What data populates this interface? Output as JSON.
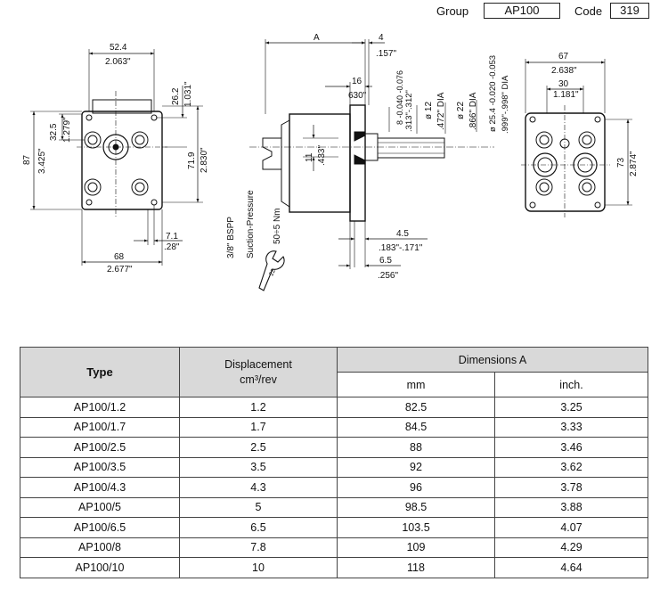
{
  "header": {
    "group_label": "Group",
    "group_value": "AP100",
    "code_label": "Code",
    "code_value": "319"
  },
  "drawing": {
    "front": {
      "d1": "52.4",
      "d1_in": "2.063\"",
      "d2": "26.2",
      "d2_in": "1.031\"",
      "d3": "32.5",
      "d3_in": "1.279\"",
      "d4": "87",
      "d4_in": "3.425\"",
      "d5": "71.9",
      "d5_in": "2.830\"",
      "d6": "7.1",
      "d6_in": ".28\"",
      "d7": "68",
      "d7_in": "2.677\""
    },
    "side": {
      "a": "A",
      "d4": "4",
      "d4_in": ".157\"",
      "d16": "16",
      "d16_in": "630\"",
      "d11": "11",
      "d11_in": ".433\"",
      "shaft_tol": "8 -0.040 -0.076",
      "shaft_tol_in": ".313\"-.312\"",
      "shaft_dia": "ø 12",
      "shaft_dia_in": ".472\" DIA",
      "shaft_dia2": "ø 22",
      "shaft_dia2_in": ".866\" DIA",
      "shaft_dia3": "ø 25.4 -0.020 -0.053",
      "shaft_dia3_in": ".999\"-.998\" DIA",
      "bspp": "3/8\" BSPP",
      "suction": "Suction-Pressure",
      "torque": "50÷5 Nm",
      "wrench": "22",
      "d45": "4.5",
      "d45_in": ".183\"-.171\"",
      "d65": "6.5",
      "d65_in": ".256\""
    },
    "rear": {
      "d67": "67",
      "d67_in": "2.638\"",
      "d30": "30",
      "d30_in": "1.181\"",
      "d73": "73",
      "d73_in": "2.874\""
    }
  },
  "table": {
    "headers": {
      "type": "Type",
      "displacement": "Displacement",
      "displacement_unit": "cm³/rev",
      "dimensions": "Dimensions A",
      "mm": "mm",
      "inch": "inch."
    },
    "rows": [
      [
        "AP100/1.2",
        "1.2",
        "82.5",
        "3.25"
      ],
      [
        "AP100/1.7",
        "1.7",
        "84.5",
        "3.33"
      ],
      [
        "AP100/2.5",
        "2.5",
        "88",
        "3.46"
      ],
      [
        "AP100/3.5",
        "3.5",
        "92",
        "3.62"
      ],
      [
        "AP100/4.3",
        "4.3",
        "96",
        "3.78"
      ],
      [
        "AP100/5",
        "5",
        "98.5",
        "3.88"
      ],
      [
        "AP100/6.5",
        "6.5",
        "103.5",
        "4.07"
      ],
      [
        "AP100/8",
        "7.8",
        "109",
        "4.29"
      ],
      [
        "AP100/10",
        "10",
        "118",
        "4.64"
      ]
    ]
  }
}
